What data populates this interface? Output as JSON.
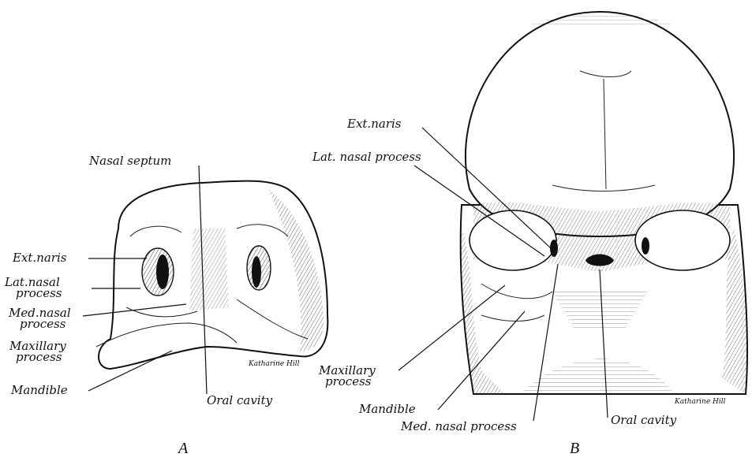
{
  "figure_a": {
    "caption": "A",
    "signature": "Katharine Hill",
    "labels": {
      "nasal_septum": "Nasal septum",
      "ext_naris": "Ext.naris",
      "lat_nasal_1": "Lat.nasal",
      "lat_nasal_2": "process",
      "med_nasal_1": "Med.nasal",
      "med_nasal_2": "process",
      "maxillary_1": "Maxillary",
      "maxillary_2": "process",
      "mandible": "Mandible",
      "oral_cavity": "Oral cavity"
    }
  },
  "figure_b": {
    "caption": "B",
    "signature": "Katharine Hill",
    "labels": {
      "ext_naris": "Ext.naris",
      "lat_nasal": "Lat. nasal process",
      "maxillary_1": "Maxillary",
      "maxillary_2": "process",
      "mandible": "Mandible",
      "med_nasal": "Med. nasal process",
      "oral_cavity": "Oral cavity"
    }
  }
}
